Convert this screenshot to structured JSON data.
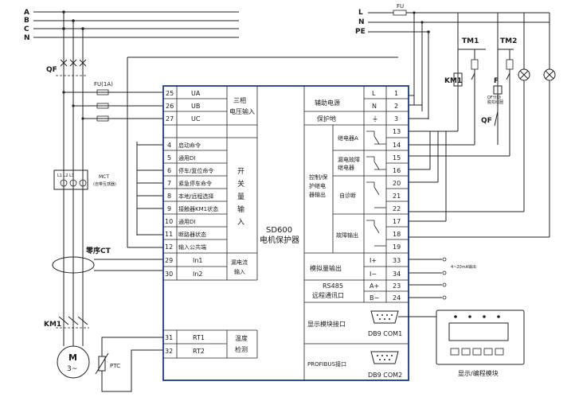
{
  "supply_left": {
    "phases": [
      "A",
      "B",
      "C",
      "N"
    ]
  },
  "supply_right": {
    "lines": [
      "L",
      "N",
      "PE"
    ],
    "fuse": "FU"
  },
  "breaker": "QF",
  "fuse_left": "FU(1A)",
  "ct_label": "L1 L2 L3",
  "mct": {
    "name": "MCT",
    "desc": "(自带互感器)"
  },
  "zero_ct": "零序CT",
  "contactor": "KM1",
  "motor": {
    "name": "M",
    "phase": "3~"
  },
  "ptc": "PTC",
  "device": {
    "name": "SD600",
    "desc": "电机保护器"
  },
  "left_rows": [
    {
      "num": "25",
      "name": "UA"
    },
    {
      "num": "26",
      "name": "UB"
    },
    {
      "num": "27",
      "name": "UC"
    },
    {
      "num": "4",
      "name": "启动命令"
    },
    {
      "num": "5",
      "name": "通用DI"
    },
    {
      "num": "6",
      "name": "停车/复位命令"
    },
    {
      "num": "7",
      "name": "紧急停车命令"
    },
    {
      "num": "8",
      "name": "本地/远程选择"
    },
    {
      "num": "9",
      "name": "接触器KM1状态"
    },
    {
      "num": "10",
      "name": "通用DI"
    },
    {
      "num": "11",
      "name": "断路器状态"
    },
    {
      "num": "12",
      "name": "输入公共端"
    },
    {
      "num": "29",
      "name": "In1"
    },
    {
      "num": "30",
      "name": "In2"
    },
    {
      "num": "31",
      "name": "RT1"
    },
    {
      "num": "32",
      "name": "RT2"
    }
  ],
  "left_groups": {
    "voltage": [
      "三相",
      "电压输入"
    ],
    "switch": [
      "开",
      "关",
      "量",
      "输",
      "入"
    ],
    "leak": [
      "漏电流",
      "输入"
    ],
    "temp": [
      "温度",
      "检测"
    ]
  },
  "right_rows": [
    {
      "sig": "L",
      "num": "1"
    },
    {
      "sig": "N",
      "num": "2"
    },
    {
      "sig": "⏚",
      "num": "3"
    },
    {
      "sig": "",
      "num": "13"
    },
    {
      "sig": "",
      "num": "14"
    },
    {
      "sig": "",
      "num": "15"
    },
    {
      "sig": "",
      "num": "16"
    },
    {
      "sig": "",
      "num": "20"
    },
    {
      "sig": "",
      "num": "21"
    },
    {
      "sig": "",
      "num": "22"
    },
    {
      "sig": "",
      "num": "17"
    },
    {
      "sig": "",
      "num": "18"
    },
    {
      "sig": "",
      "num": "19"
    },
    {
      "sig": "I+",
      "num": "33"
    },
    {
      "sig": "I−",
      "num": "34"
    },
    {
      "sig": "A+",
      "num": "23"
    },
    {
      "sig": "B−",
      "num": "24"
    }
  ],
  "right_groups": {
    "aux_power": "辅助电源",
    "ground": "保护地",
    "relay_ctrl": [
      "控制/保",
      "护继电",
      "器输出"
    ],
    "relay_a": "继电器A",
    "leak_relay": [
      "漏电故障",
      "继电器"
    ],
    "self_diag": "自诊断",
    "fault_out": "故障输出",
    "analog": "模拟量输出",
    "rs485": [
      "RS485",
      "远程通讯口"
    ],
    "display_port": "显示模块接口",
    "db9_1": "DB9  COM1",
    "profibus": "PROFIBUS接口",
    "db9_2": "DB9  COM2"
  },
  "tm1": "TM1",
  "tm2": "TM2",
  "km1_coil": "KM1",
  "f_label": "F",
  "qf_aux": "QF分励",
  "qf_aux2": "脱扣线圈",
  "qf_contact": "QF",
  "analog_note": "4~20mA输出",
  "display_module": "显示/编程模块"
}
